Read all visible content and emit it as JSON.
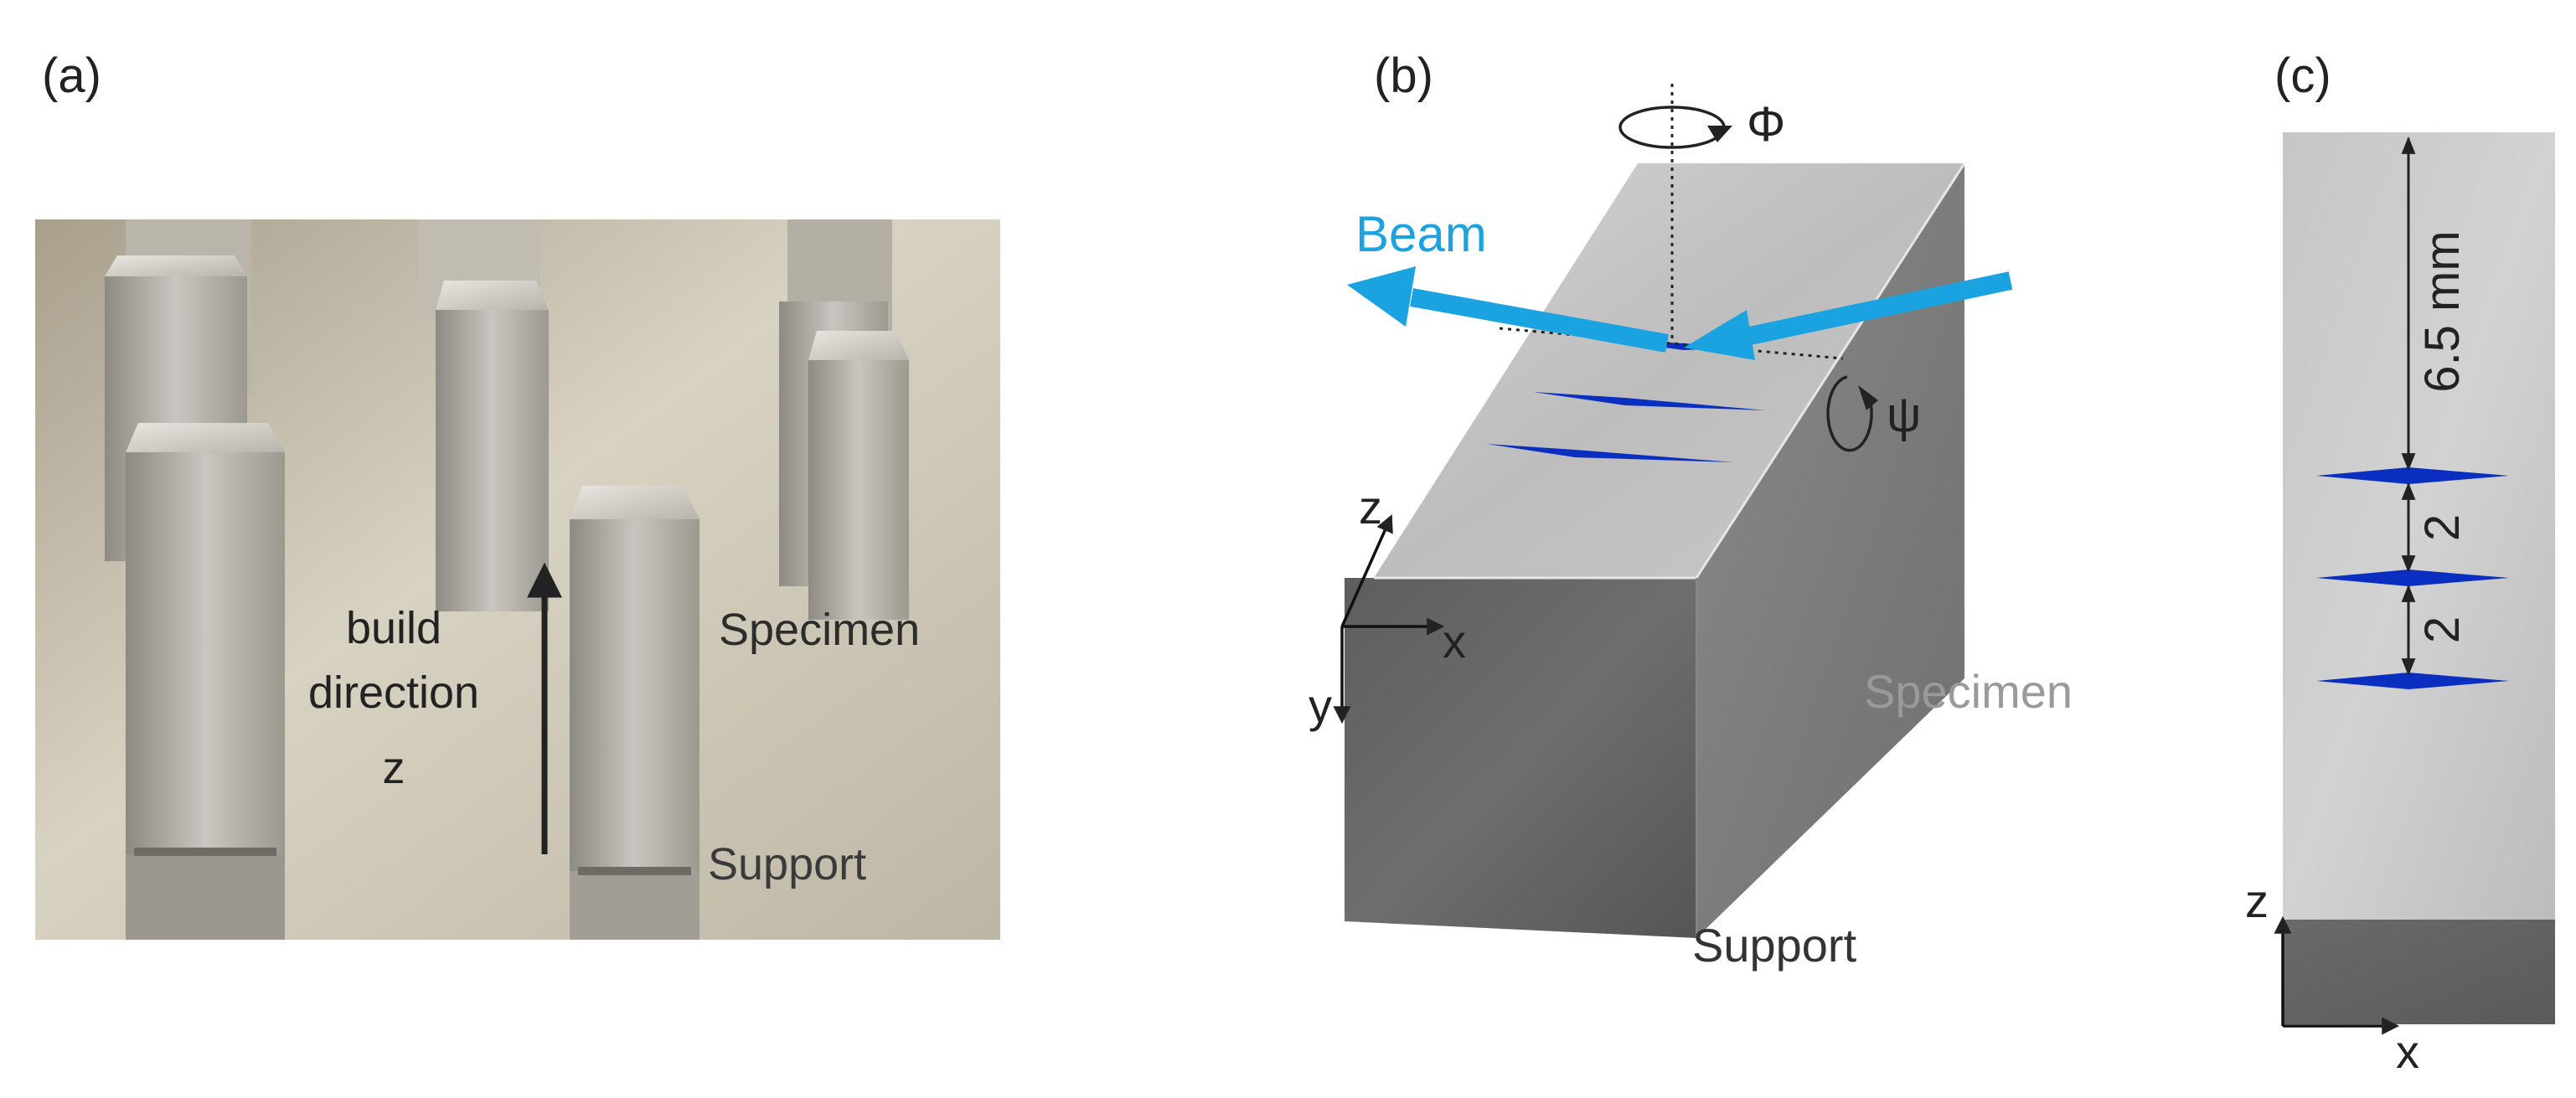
{
  "panels": {
    "a": {
      "label": "(a)",
      "build_direction_line1": "build",
      "build_direction_line2": "direction",
      "build_direction_line3": "z",
      "specimen": "Specimen",
      "support": "Support"
    },
    "b": {
      "label": "(b)",
      "beam": "Beam",
      "phi": "Φ",
      "psi": "ψ",
      "axis_z": "z",
      "axis_x": "x",
      "axis_y": "y",
      "specimen": "Specimen",
      "support": "Support"
    },
    "c": {
      "label": "(c)",
      "dim_top": "6.5 mm",
      "dim_mid1": "2",
      "dim_mid2": "2",
      "axis_z": "z",
      "axis_x": "x"
    }
  },
  "colors": {
    "beam": "#1aa3e0",
    "gauge_volume": "#0a2fc0",
    "specimen_top": "#c4c4c4",
    "support_face": "#5a5a5a",
    "label_grey": "#9a9a9a",
    "text": "#222222"
  }
}
